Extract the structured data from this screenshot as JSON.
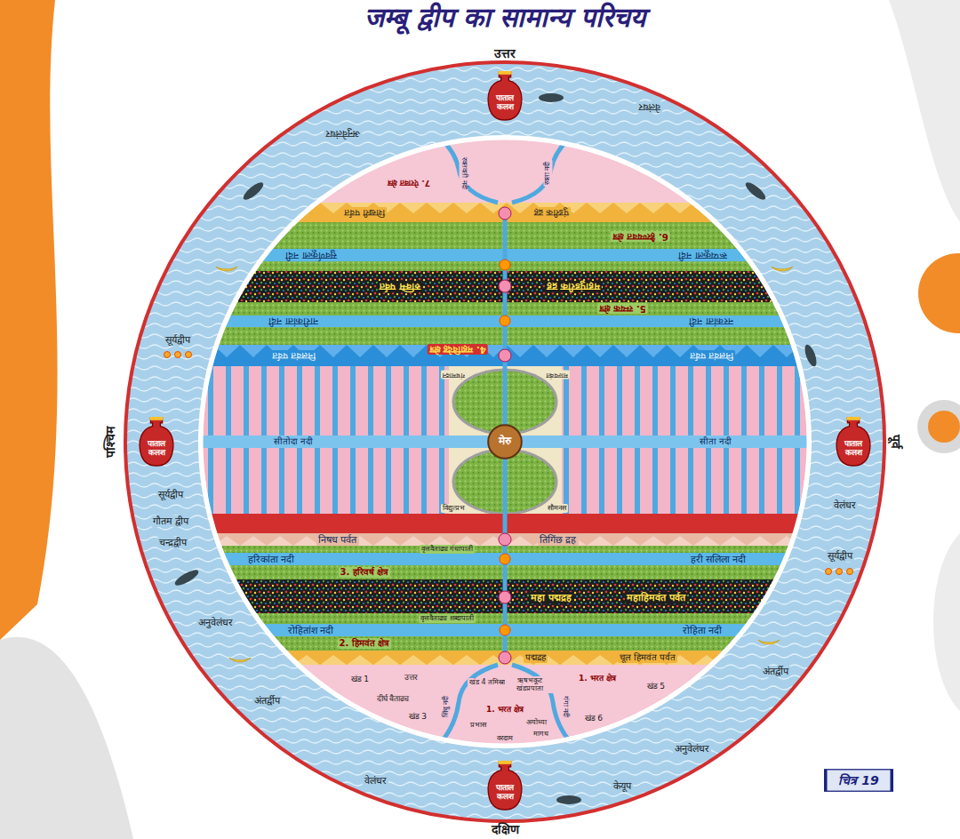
{
  "diagram": {
    "title": "जम्बू द्वीप का सामान्य परिचय",
    "nodes": [
      {
        "text": [
          "पाताल कलश"
        ]
      },
      {
        "text": [
          "पाताल कलश"
        ]
      },
      {
        "text": [
          "पाताल कलश"
        ]
      },
      {
        "text": [
          "पाताल कलश"
        ]
      },
      {
        "text": [
          "मेरु"
        ]
      },
      {
        "text": [
          "चित्र 19"
        ]
      }
    ],
    "labels": [
      "उत्तर",
      "पश्चिम",
      "पूर्व",
      "दक्षिण",
      "सूर्यद्वीप",
      "सूर्यद्वीप",
      "गौतम द्वीप",
      "चन्द्रद्वीप",
      "अनुवेलंधर",
      "अंतर्द्वीप",
      "वेलंधर",
      "केयूप",
      "अनुवेलंधर",
      "अंतर्द्वीप",
      "सूर्यद्वीप",
      "वेलंधर",
      "वेलंधर",
      "अनुवेलंधर",
      "निषध पर्वत",
      "तिगिंछ द्रह",
      "वृत्तवैताढ्य गंधापाती",
      "हरिकांता नदी",
      "हरी सलिला नदी",
      "3. हरिवर्ष क्षेत्र",
      "महा पद्मद्रह",
      "महाहिमवंत पर्वत",
      "वृत्तवैताढ्य शब्दापाती",
      "रोहितांश नदी",
      "रोहिता नदी",
      "2. हिमवंत क्षेत्र",
      "पद्मद्रह",
      "चूल हिमवंत पर्वत",
      "खंड 1",
      "उत्तर",
      "खंड 4 तमिस्रा",
      "ऋषभकूट खंडप्रपाता",
      "1. भरत क्षेत्र",
      "खंड 5",
      "दीर्घ वैताढ्य",
      "सिंधु नदी",
      "गंगा नदी",
      "खंड 3",
      "1. भरत क्षेत्र",
      "खंड 6",
      "प्रभास",
      "अयोध्या",
      "मागध",
      "वरदाम",
      "सीतोदा नदी",
      "सीता नदी",
      "विद्युत्प्रभ",
      "सौमनस",
      "गंधमादन",
      "माल्यवंत",
      "4. महाविदेह क्षेत्र",
      "निलवंत पर्वत",
      "निलवंत पर्वत",
      "नारीकांता नदी",
      "नरकांता नदी",
      "5. रम्यक क्षेत्र",
      "रुक्मि पर्वत",
      "महापुंडरीक द्रह",
      "रूप्यकूला नदी",
      "सुवर्णकूला नदी",
      "6. हैरण्यवत क्षेत्र",
      "शिखरी पर्वत",
      "पुंडरीक द्रह",
      "7. ऐरावत क्षेत्र",
      "रक्तवती नदी",
      "रक्ता नदी"
    ]
  }
}
